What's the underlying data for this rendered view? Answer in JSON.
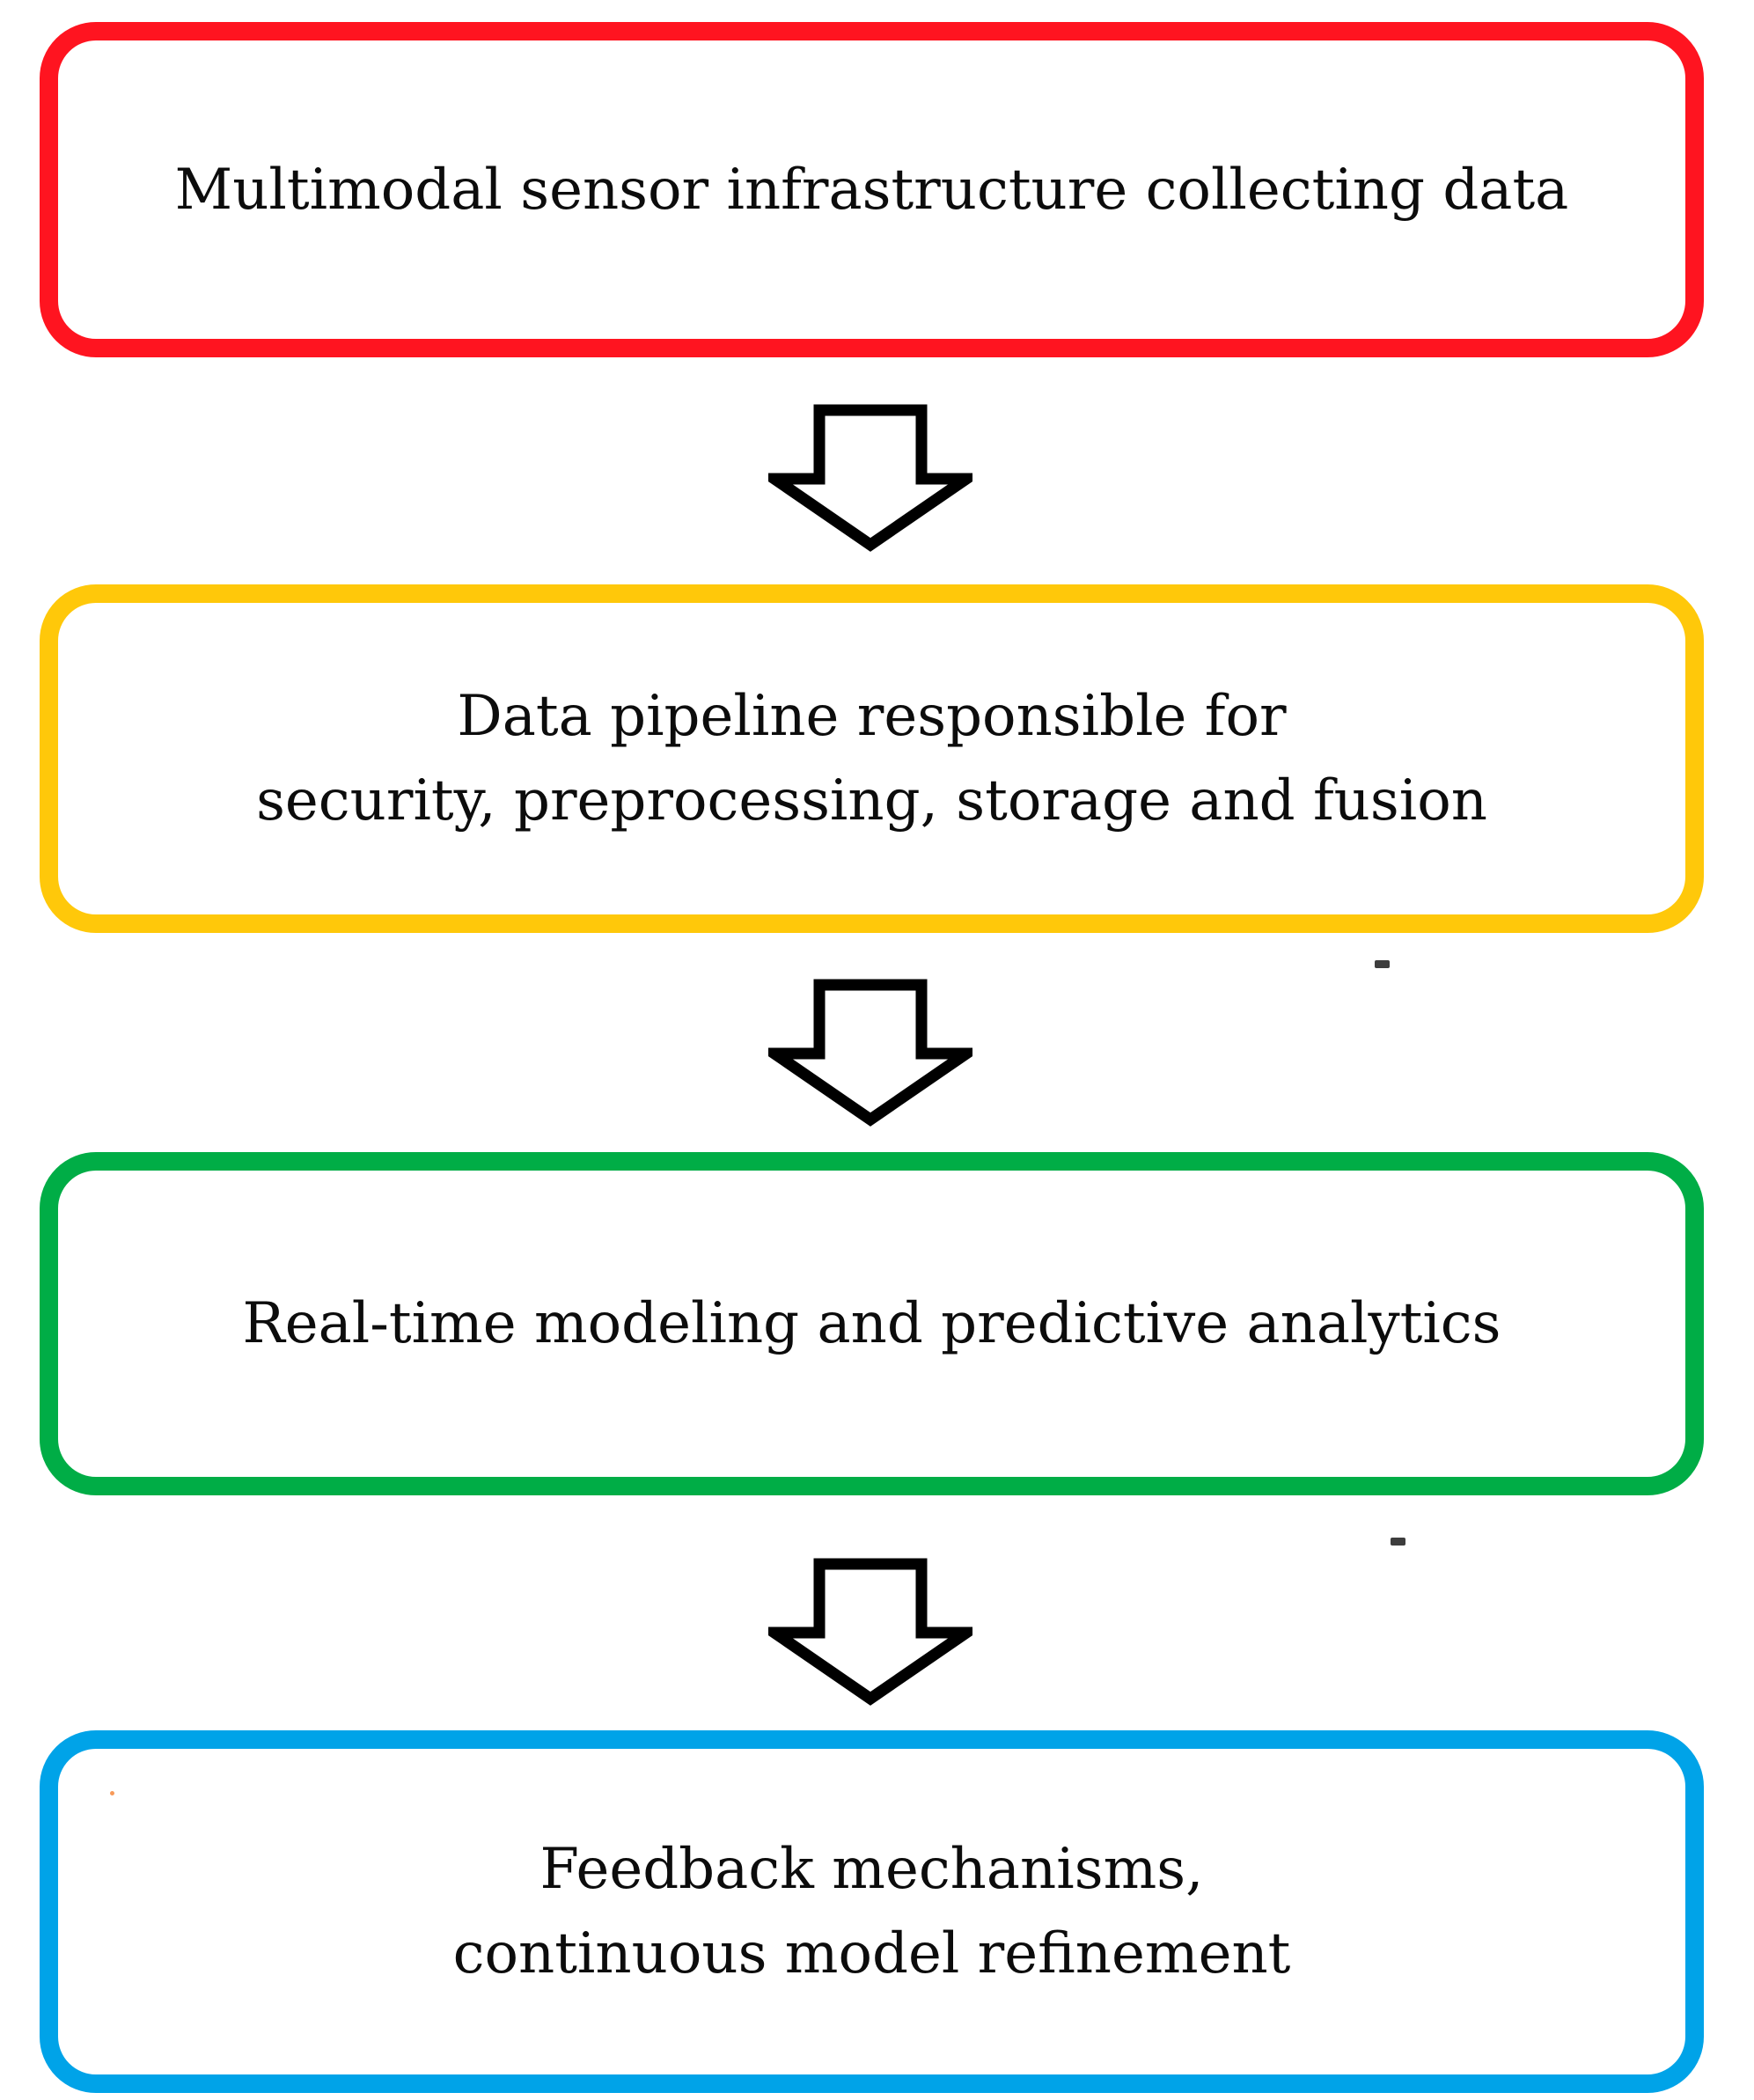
{
  "flowchart": {
    "background": "#ffffff",
    "text_color": "#0c0c0c",
    "nodes": [
      {
        "id": "sensor-infrastructure",
        "border_color": "#ff1420",
        "lines": [
          "Multimodal sensor infrastructure collecting data"
        ]
      },
      {
        "id": "data-pipeline",
        "border_color": "#ffc80a",
        "lines": [
          "Data pipeline responsible for",
          "security, preprocessing, storage and fusion"
        ]
      },
      {
        "id": "realtime-modeling",
        "border_color": "#00ad46",
        "lines": [
          "Real-time modeling and predictive analytics"
        ]
      },
      {
        "id": "feedback",
        "border_color": "#00a3e8",
        "lines": [
          "Feedback mechanisms,",
          "continuous model refinement"
        ]
      }
    ],
    "connectors": [
      {
        "from": "sensor-infrastructure",
        "to": "data-pipeline",
        "shape": "hollow-block-arrow-down",
        "color": "#000000"
      },
      {
        "from": "data-pipeline",
        "to": "realtime-modeling",
        "shape": "hollow-block-arrow-down",
        "color": "#000000"
      },
      {
        "from": "realtime-modeling",
        "to": "feedback",
        "shape": "hollow-block-arrow-down",
        "color": "#000000"
      }
    ],
    "artifacts": [
      {
        "type": "stray-dash",
        "color": "#3d3d3d",
        "position": "below-data-pipeline-box-right"
      },
      {
        "type": "stray-dash",
        "color": "#3d3d3d",
        "position": "below-realtime-modeling-box-right"
      },
      {
        "type": "stray-dot",
        "color": "#f79a59",
        "position": "inside-feedback-box-top-left"
      }
    ]
  }
}
